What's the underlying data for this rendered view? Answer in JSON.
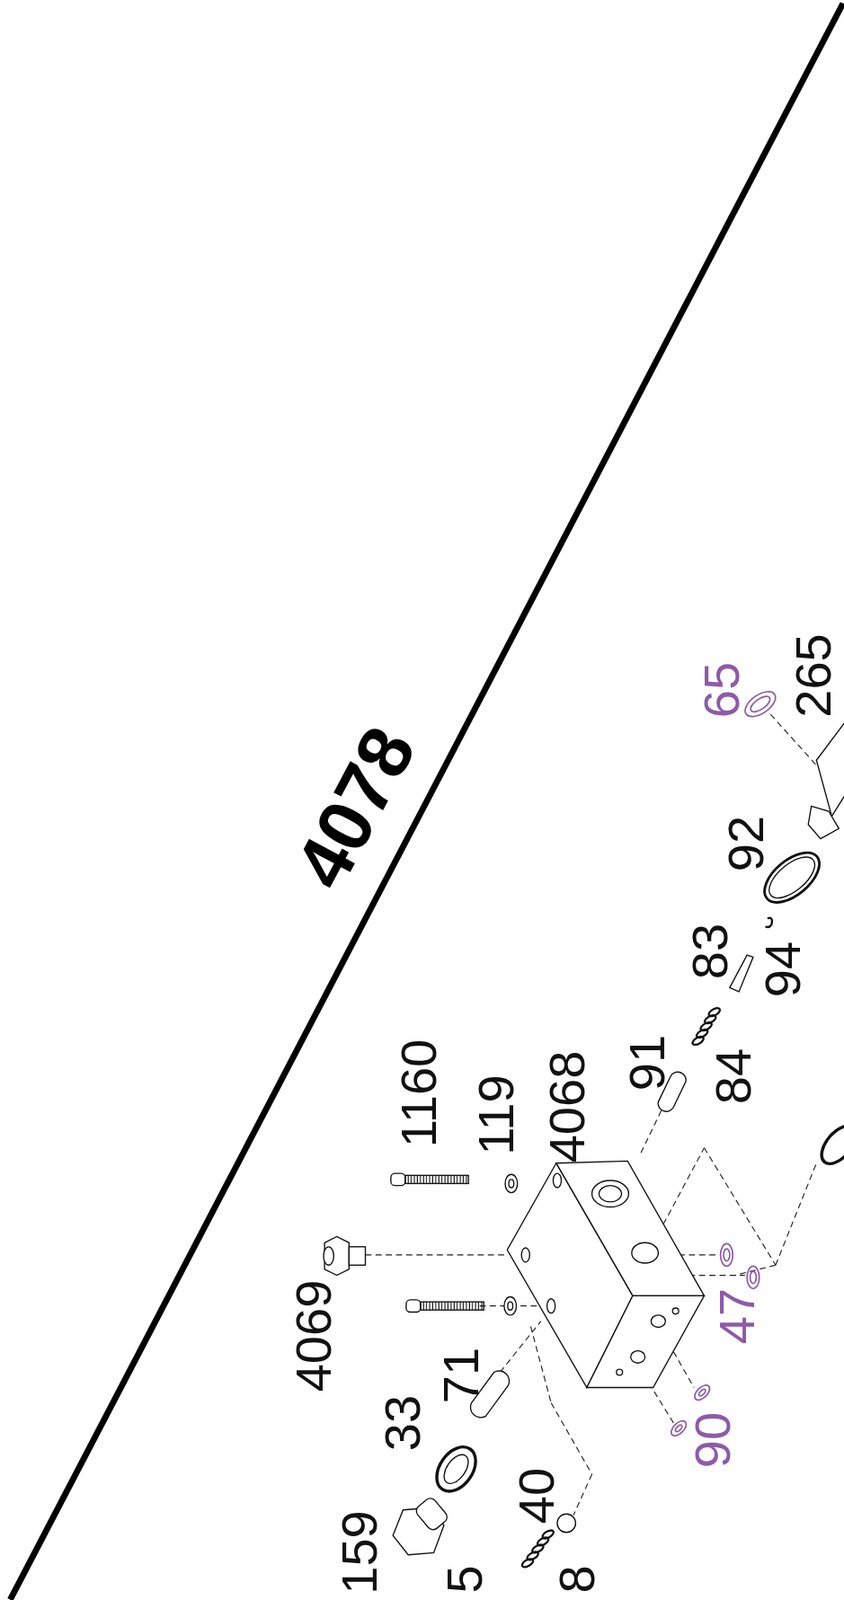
{
  "diagram": {
    "labels": [
      "4078",
      "65",
      "265",
      "92",
      "83",
      "94",
      "91",
      "84",
      "1160",
      "119",
      "4068",
      "4069",
      "47",
      "90",
      "71",
      "33",
      "40",
      "159",
      "5",
      "8"
    ]
  }
}
